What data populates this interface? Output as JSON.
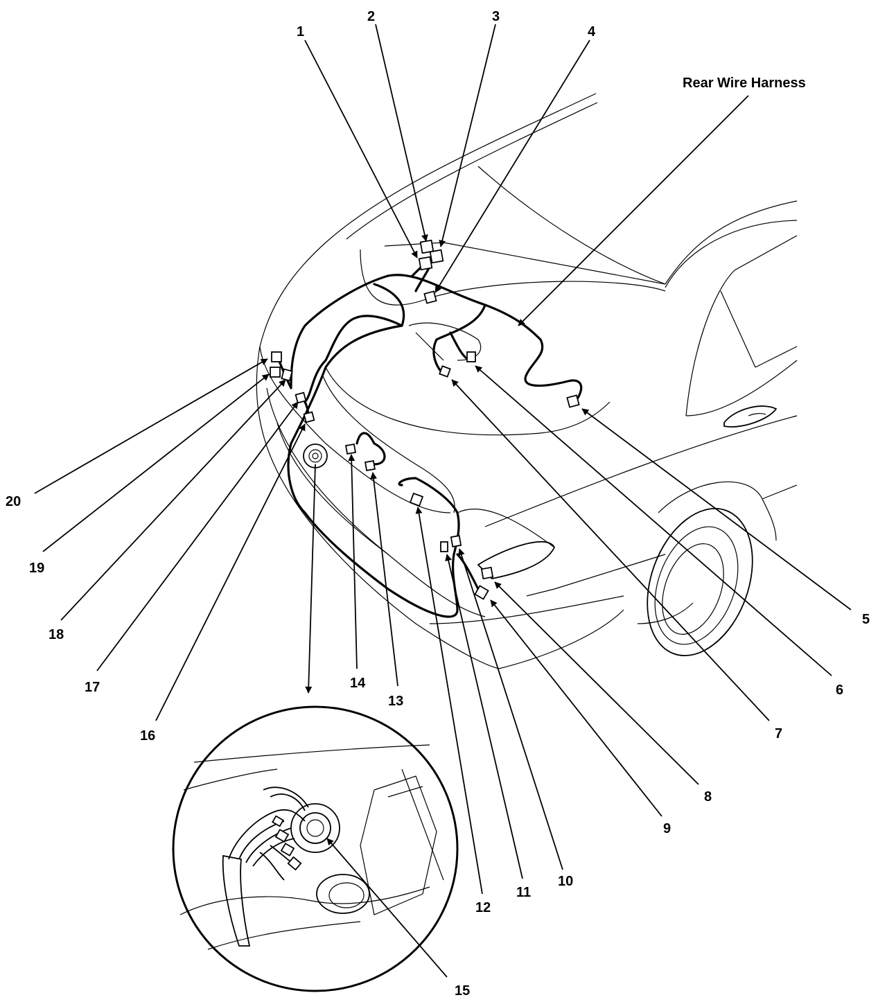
{
  "harness_label": "Rear Wire Harness",
  "callouts": [
    "1",
    "2",
    "3",
    "4",
    "5",
    "6",
    "7",
    "8",
    "9",
    "10",
    "11",
    "12",
    "13",
    "14",
    "15",
    "16",
    "17",
    "18",
    "19",
    "20"
  ],
  "colors": {
    "line": "#000000",
    "background": "#ffffff"
  }
}
